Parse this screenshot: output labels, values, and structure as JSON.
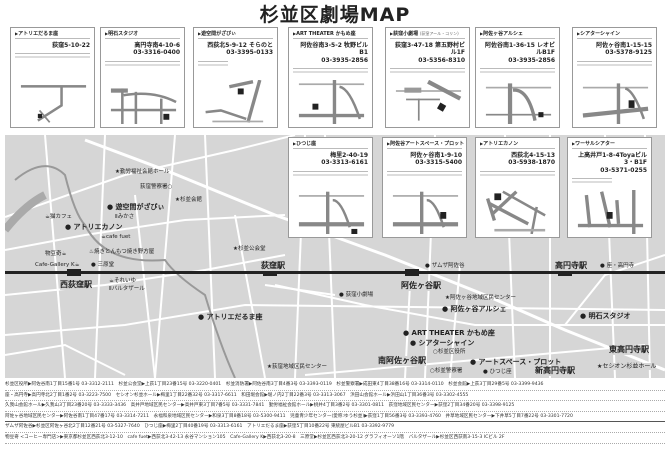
{
  "title": "杉並区劇場MAP",
  "cards": [
    {
      "name": "アトリエだるま座",
      "address": "荻窪5-10-22"
    },
    {
      "name": "明石スタジオ",
      "address": "高円寺南4-10-6",
      "phone": "03-3316-0400"
    },
    {
      "name": "遊空間がざびぃ",
      "address": "西荻北5-9-12 そらのと",
      "phone": "03-3395-0133"
    },
    {
      "name": "ART THEATER かもめ座",
      "address": "阿佐谷南3-5-2 牧野ビルB1",
      "phone": "03-3935-2856"
    },
    {
      "name": "荻窪小劇場",
      "sub": "(荻窪アール・コリン)",
      "address": "荻窪3-47-18 第五野村ビル1F",
      "phone": "03-5356-8310"
    },
    {
      "name": "阿佐ヶ谷アルシェ",
      "address": "阿佐谷南1-36-15 レオビルB1F",
      "phone": "03-3935-2856"
    },
    {
      "name": "シアターシャイン",
      "address": "阿佐ヶ谷南1-15-15",
      "phone": "03-5378-9125"
    },
    {
      "name": "ひつじ座",
      "address": "梅里2-40-19",
      "phone": "03-3313-6161"
    },
    {
      "name": "阿佐谷アートスペース・プロット",
      "address": "阿佐ヶ谷南1-9-10",
      "phone": "03-3315-5400"
    },
    {
      "name": "アトリエカノン",
      "address": "西荻北4-15-13",
      "phone": "03-5938-1870"
    },
    {
      "name": "ワーサルシアター",
      "address": "上高井戸1-8-4Toyaビル3・B1F",
      "phone": "03-5371-0255"
    }
  ],
  "map": {
    "stations": [
      "荻窪駅",
      "西荻窪駅",
      "阿佐ヶ谷駅",
      "高円寺駅",
      "南阿佐ヶ谷駅",
      "新高円寺駅",
      "東高円寺駅"
    ],
    "theaters": [
      "遊空間がざびぃ",
      "アトリエカノン",
      "アトリエだるま座",
      "荻窪小劇場",
      "阿佐ヶ谷アルシェ",
      "明石スタジオ",
      "ART THEATER かもめ座",
      "シアターシャイン",
      "アートスペース・プロット",
      "ひつじ座",
      "ザムザ阿佐谷",
      "三原堂",
      "座・高円寺"
    ],
    "facilities": [
      "勤労福祉会館ホール",
      "荻窪警察署",
      "杉並会館",
      "杉並公会堂",
      "荻窪地域区民センター",
      "阿佐ヶ谷地域区民センター",
      "杉並区役所",
      "杉並警察署",
      "セシオン杉並ホール"
    ],
    "cafes": [
      "猫カフェ",
      "みかさ",
      "cafe fuet",
      "焼きとんもつ焼き野方屋",
      "物豆奇",
      "Cafe-Gallery K",
      "それいゆ",
      "バルタザール"
    ]
  },
  "footer": [
    "杉並区役所▶阿佐谷南1丁目15番1号 03-3312-2111　杉並公会堂▶上荻1丁目23番15号 03-3220-0401　杉並消防署▶阿佐谷南3丁目4番3号 03-3393-0119　杉並警察署▶成田東4丁目38番16号 03-3314-0110　杉並会館▶上荻3丁目29番5号 03-3399-9436",
    "座・高円寺▶高円寺北2丁目1番2号 03-3223-7500　セシオン杉並ホール▶梅里1丁目22番32号 03-3317-6611　和田堀会館▶堀ノ内2丁目22番3号 03-3313-3067　浜田山会館ホール▶浜田山1丁目36番3号 03-3302-4555",
    "久我山会館ホール▶久我山3丁目23番20号 03-3333-3436　高井戸地域区民センター▶高井戸東3丁目7番5号 03-3331-7841　勤労福祉会館ホール▶桃井4丁目3番2号 03-3301-0811　荻窪地域区民センター▶荻窪2丁目34番20号 03-3398-9125",
    "阿佐ヶ谷地域区民センター▶阿佐谷南1丁目47番17号 03-3314-7211　永福和泉地域区民センター▶和泉3丁目8番18号 03-5300-9411　児童青少年センター(愛称:ゆう杉並)▶荻窪1丁目56番3号 03-3393-4760　井草地域区民センター▶下井草5丁目7番22号 03-3301-7720",
    "ザムザ阿佐谷▶杉並区阿佐ヶ谷北2丁目12番21号 03-5327-7640　ひつじ座▶梅里2丁目40番19号 03-3313-6161　アトリエだるま座▶荻窪5丁目10番22号 東統屋ビルB1 03-3392-9779",
    "物豆奇 <コーヒー専門店>▶東京都杉並区西荻北3-12-10　cafe fuet▶西荻北3-42-13 永谷マンション105　Cafe-Gallery K▶西荻北3-20-8　三原堂▶杉並区西荻北3-20-12 グラフィオーソ1階　バルタザール▶杉並区西荻南3-15-3 ICビル 2F"
  ]
}
